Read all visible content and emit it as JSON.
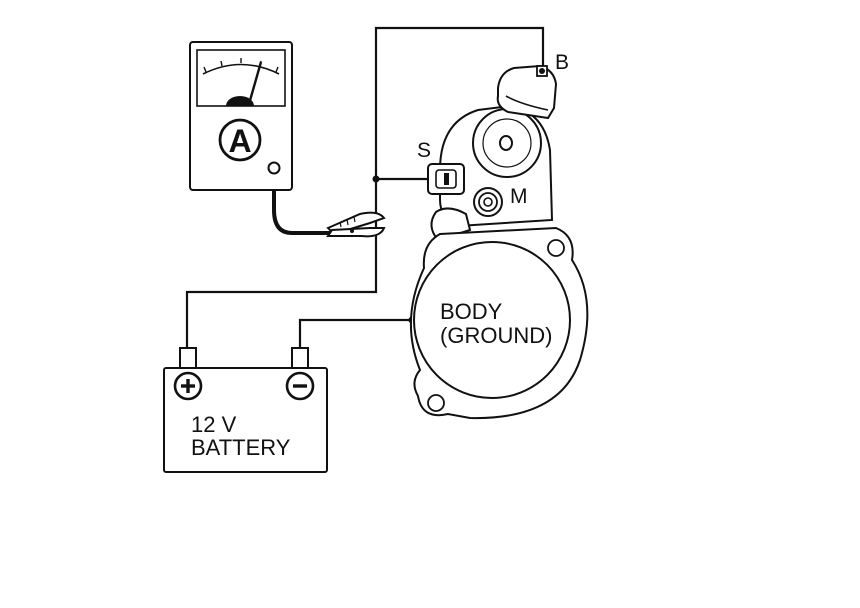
{
  "meter": {
    "letter": "A"
  },
  "battery": {
    "line1": "12 V",
    "line2": "BATTERY"
  },
  "terminals": {
    "b": "B",
    "s": "S",
    "m": "M"
  },
  "motor": {
    "body_line1": "BODY",
    "body_line2": "(GROUND)"
  },
  "colors": {
    "stroke": "#111111",
    "background": "#ffffff"
  }
}
